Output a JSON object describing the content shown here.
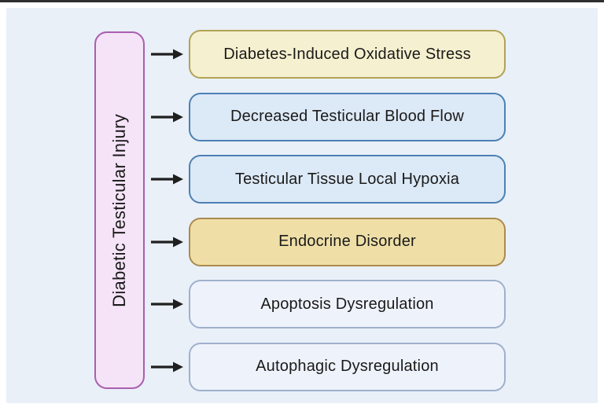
{
  "figure": {
    "panel_bg": "#e9f0f8",
    "text_color": "#1a1a1a",
    "arrow_color": "#1f1f1f",
    "source": {
      "label": "Diabetic Testicular Injury",
      "fill": "#f5e3f7",
      "border": "#a95fae"
    },
    "nodes": [
      {
        "label": "Diabetes-Induced Oxidative Stress",
        "fill": "#f5f0cf",
        "border": "#b0a356"
      },
      {
        "label": "Decreased Testicular Blood Flow",
        "fill": "#dce9f6",
        "border": "#4d80b5"
      },
      {
        "label": "Testicular Tissue Local Hypoxia",
        "fill": "#dce9f6",
        "border": "#4d80b5"
      },
      {
        "label": "Endocrine Disorder",
        "fill": "#efdfa7",
        "border": "#ab8a50"
      },
      {
        "label": "Apoptosis Dysregulation",
        "fill": "#eef3fb",
        "border": "#9fb0cc"
      },
      {
        "label": "Autophagic Dysregulation",
        "fill": "#eef3fb",
        "border": "#9fb0cc"
      }
    ]
  }
}
